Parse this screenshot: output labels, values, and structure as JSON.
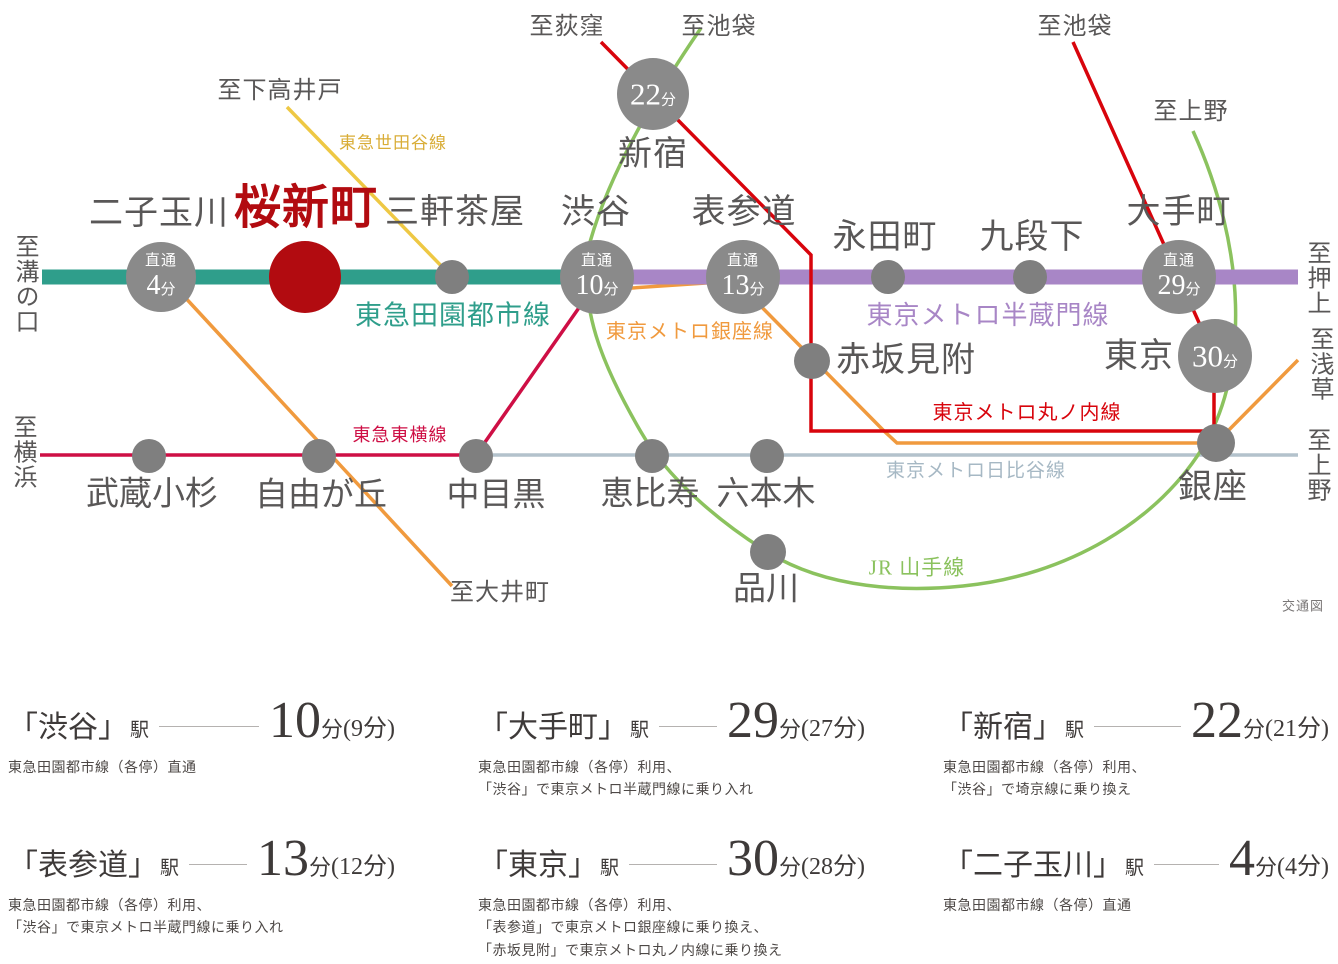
{
  "diagram": {
    "caption": "交通図",
    "colors": {
      "den_en_toshi": "#2f9e8b",
      "hanzomon": "#a886c6",
      "setagaya": "#eec844",
      "toyoko": "#ce0f45",
      "oimachi_orange": "#f09a3e",
      "ginza_orange": "#f09a3e",
      "marunouchi": "#d8040c",
      "hibiya": "#b3c2cc",
      "yamanote": "#8bc25e",
      "station_dot": "#7f7f7f",
      "badge_gray": "#8a8a8a",
      "sakura_red": "#b20b10"
    },
    "stations": {
      "futakotamagawa": "二子玉川",
      "sakurashinmachi": "桜新町",
      "sangenjaya": "三軒茶屋",
      "shibuya": "渋谷",
      "shinjuku": "新宿",
      "omotesando": "表参道",
      "nagatacho": "永田町",
      "kudanshita": "九段下",
      "otemachi": "大手町",
      "akasakamitsuke": "赤坂見附",
      "tokyo": "東京",
      "ginza": "銀座",
      "musashikosugi": "武蔵小杉",
      "jiyugaoka": "自由が丘",
      "nakameguro": "中目黒",
      "ebisu": "恵比寿",
      "roppongi": "六本木",
      "shinagawa": "品川"
    },
    "line_labels": {
      "setagaya": "東急世田谷線",
      "den_en_toshi": "東急田園都市線",
      "ginza": "東京メトロ銀座線",
      "hanzomon": "東京メトロ半蔵門線",
      "marunouchi": "東京メトロ丸ノ内線",
      "hibiya": "東京メトロ日比谷線",
      "toyoko": "東急東横線",
      "yamanote": "JR 山手線"
    },
    "edge_labels": {
      "shimotakaido": "至下高井戸",
      "ogikubo": "至荻窪",
      "ikebukuro_left": "至池袋",
      "ikebukuro_right": "至池袋",
      "ueno_top": "至上野",
      "mizonokuchi": "至溝の口",
      "yokohama": "至横浜",
      "oshiage": "至押上",
      "asakusa": "至浅草",
      "ueno_right": "至上野",
      "oimachi": "至大井町"
    },
    "badges": {
      "b4": {
        "prefix": "直通",
        "value": "4",
        "unit": "分"
      },
      "b10": {
        "prefix": "直通",
        "value": "10",
        "unit": "分"
      },
      "b13": {
        "prefix": "直通",
        "value": "13",
        "unit": "分"
      },
      "b29": {
        "prefix": "直通",
        "value": "29",
        "unit": "分"
      },
      "b22": {
        "value": "22",
        "unit": "分"
      },
      "b30": {
        "value": "30",
        "unit": "分"
      }
    }
  },
  "access": {
    "blocks": [
      {
        "name": "「渋谷」",
        "eki": "駅",
        "time": "10",
        "unit": "分",
        "alt": "(9分)",
        "notes": {
          "0": "東急田園都市線（各停）直通"
        }
      },
      {
        "name": "「大手町」",
        "eki": "駅",
        "time": "29",
        "unit": "分",
        "alt": "(27分)",
        "notes": {
          "0": "東急田園都市線（各停）利用、",
          "1": "「渋谷」で東京メトロ半蔵門線に乗り入れ"
        }
      },
      {
        "name": "「新宿」",
        "eki": "駅",
        "time": "22",
        "unit": "分",
        "alt": "(21分)",
        "notes": {
          "0": "東急田園都市線（各停）利用、",
          "1": "「渋谷」で埼京線に乗り換え"
        }
      },
      {
        "name": "「表参道」",
        "eki": "駅",
        "time": "13",
        "unit": "分",
        "alt": "(12分)",
        "notes": {
          "0": "東急田園都市線（各停）利用、",
          "1": "「渋谷」で東京メトロ半蔵門線に乗り入れ"
        }
      },
      {
        "name": "「東京」",
        "eki": "駅",
        "time": "30",
        "unit": "分",
        "alt": "(28分)",
        "notes": {
          "0": "東急田園都市線（各停）利用、",
          "1": "「表参道」で東京メトロ銀座線に乗り換え、",
          "2": "「赤坂見附」で東京メトロ丸ノ内線に乗り換え"
        }
      },
      {
        "name": "「二子玉川」",
        "eki": "駅",
        "time": "4",
        "unit": "分",
        "alt": "(4分)",
        "notes": {
          "0": "東急田園都市線（各停）直通"
        }
      }
    ]
  }
}
